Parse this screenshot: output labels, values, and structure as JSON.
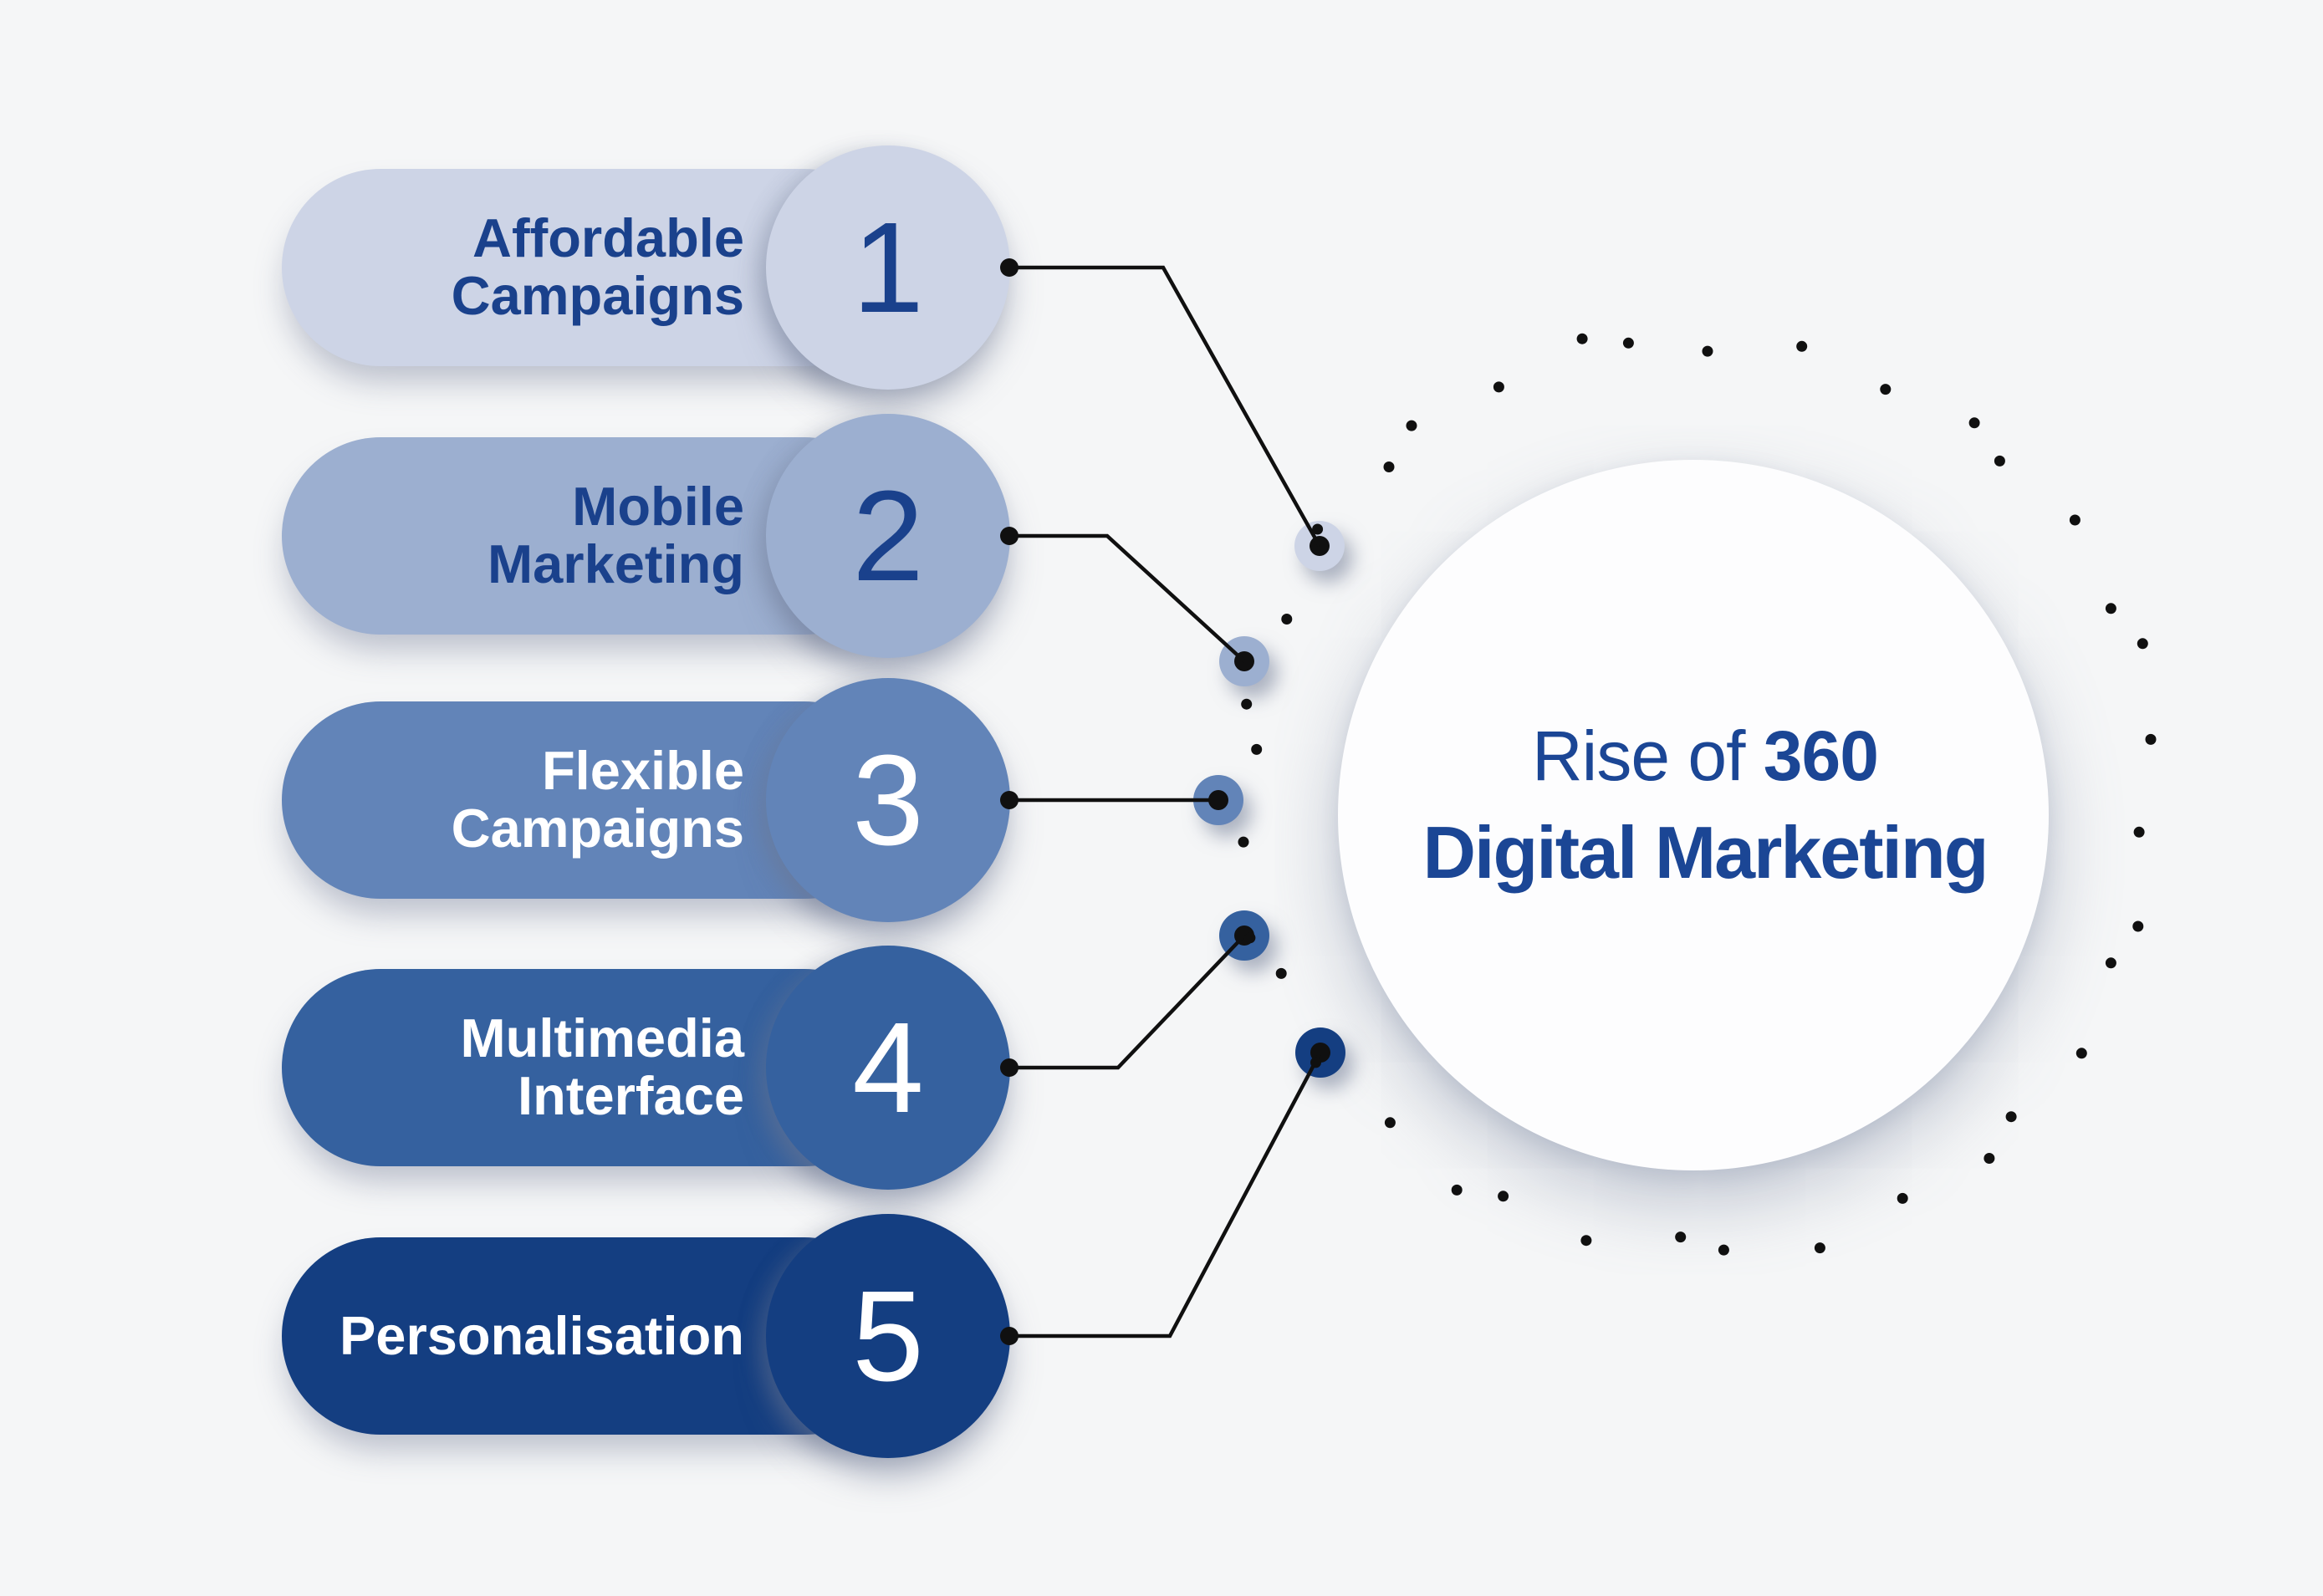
{
  "title": {
    "line1_regular": "Rise of ",
    "line1_bold": "360",
    "line2": "Digital Marketing",
    "color": "#1b4695"
  },
  "items": [
    {
      "number": "1",
      "label": "Affordable Campaigns",
      "line1": "Affordable",
      "line2": "Campaigns",
      "color": "#cdd4e6",
      "text_color": "#1a418c",
      "number_color": "#1a418c"
    },
    {
      "number": "2",
      "label": "Mobile Marketing",
      "line1": "Mobile",
      "line2": "Marketing",
      "color": "#9cafd0",
      "text_color": "#1a418c",
      "number_color": "#1a418c"
    },
    {
      "number": "3",
      "label": "Flexible Campaigns",
      "line1": "Flexible",
      "line2": "Campaigns",
      "color": "#6284b8",
      "text_color": "#ffffff",
      "number_color": "#ffffff"
    },
    {
      "number": "4",
      "label": "Multimedia Interface",
      "line1": "Multimedia",
      "line2": "Interface",
      "color": "#35619f",
      "text_color": "#ffffff",
      "number_color": "#ffffff"
    },
    {
      "number": "5",
      "label": "Personalisation",
      "line1": "Personalisation",
      "color": "#143e81",
      "text_color": "#ffffff",
      "number_color": "#ffffff"
    }
  ],
  "colors": {
    "background": "#f5f6f7",
    "line": "#101010",
    "hero_circle": "#fdfdfe"
  }
}
